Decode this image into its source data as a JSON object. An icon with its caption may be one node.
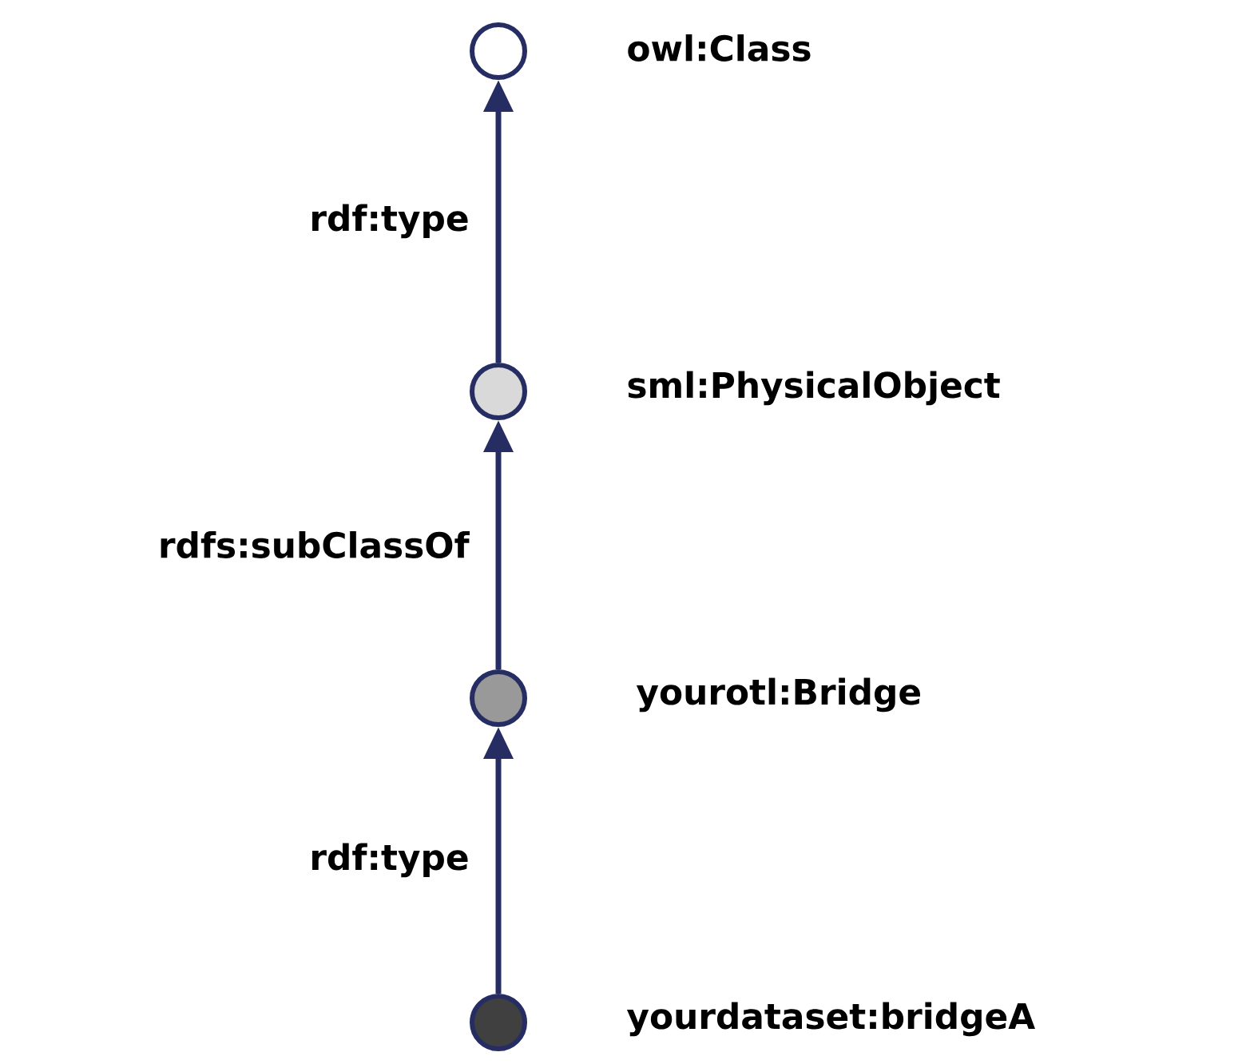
{
  "diagram": {
    "nodes": [
      {
        "text": [],
        "shape": "circle",
        "beside": [
          "owl:Class"
        ]
      },
      {
        "text": [],
        "shape": "circle",
        "beside": [
          "sml:PhysicalObject"
        ]
      },
      {
        "text": [],
        "shape": "circle",
        "beside": [
          "yourotl:Bridge"
        ]
      },
      {
        "text": [],
        "shape": "circle",
        "beside": [
          "yourdataset:bridgeA"
        ]
      }
    ],
    "edges": [
      {
        "from": 1,
        "to": 0,
        "arrow": "to",
        "label": "rdf:type"
      },
      {
        "from": 2,
        "to": 1,
        "arrow": "to",
        "label": "rdfs:subClassOf"
      },
      {
        "from": 3,
        "to": 2,
        "arrow": "to",
        "label": "rdf:type"
      }
    ]
  }
}
